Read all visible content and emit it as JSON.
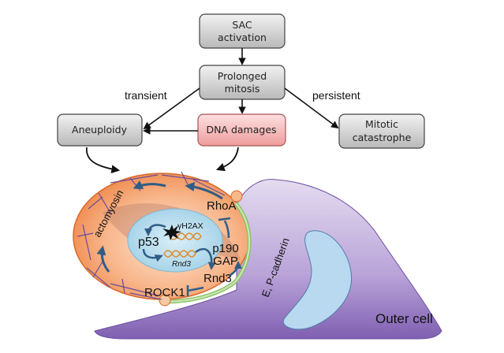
{
  "nodes": {
    "sac": {
      "line1": "SAC",
      "line2": "activation"
    },
    "prolonged": {
      "line1": "Prolonged",
      "line2": "mitosis"
    },
    "aneuploidy": {
      "label": "Aneuploidy"
    },
    "dna": {
      "label": "DNA damages"
    },
    "catastrophe": {
      "line1": "Mitotic",
      "line2": "catastrophe"
    }
  },
  "edge_labels": {
    "transient": "transient",
    "persistent": "persistent"
  },
  "cell": {
    "actomyosin": "actomyosin",
    "rhoa": "RhoA",
    "h2ax": "γH2AX",
    "p53": "p53",
    "rnd3_gene": "Rnd3",
    "p190_line1": "p190",
    "p190_line2": "GAP",
    "rnd3": "Rnd3",
    "rock1": "ROCK1",
    "cadherin": "E, P-cadherin",
    "outer_cell": "Outer cell"
  },
  "colors": {
    "box_gray": "#c8c8c8",
    "box_red": "#f2b3b3",
    "cell_orange": "#f08a4b",
    "nucleus_blue": "#bfe1f0",
    "outer_purple": "#a58ac8",
    "junction_green": "#8cc46a",
    "arrow_blue": "#2f5d86",
    "fiber_purple": "#6a4c9c"
  }
}
